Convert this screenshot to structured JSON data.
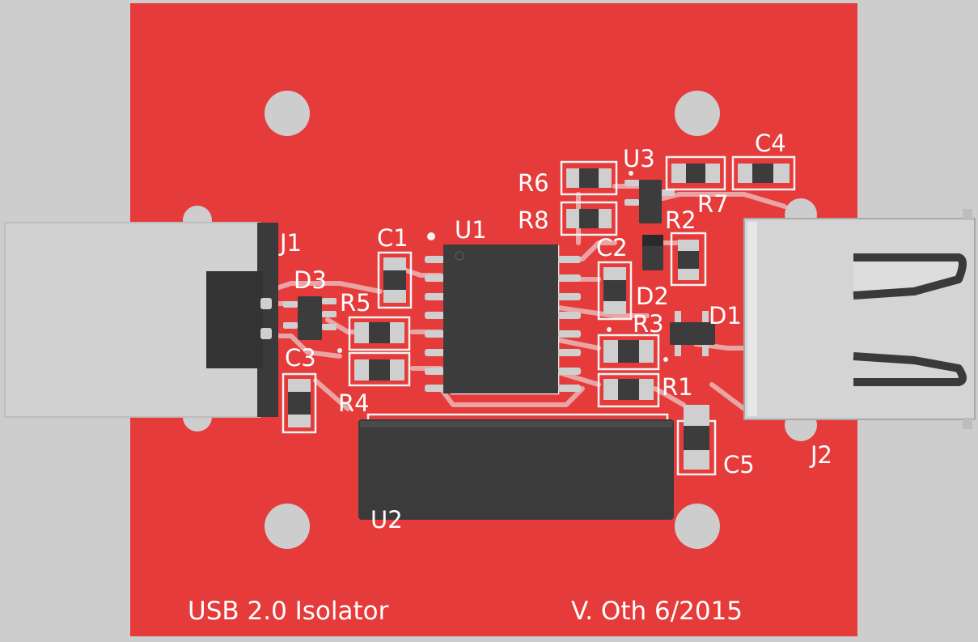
{
  "board": {
    "footer_left": "USB 2.0 Isolator",
    "footer_right": "V. Oth 6/2015"
  },
  "designators": {
    "J1": "J1",
    "J2": "J2",
    "U1": "U1",
    "U2": "U2",
    "U3": "U3",
    "D1": "D1",
    "D2": "D2",
    "D3": "D3",
    "C1": "C1",
    "C2": "C2",
    "C3": "C3",
    "C4": "C4",
    "C5": "C5",
    "R1": "R1",
    "R2": "R2",
    "R3": "R3",
    "R4": "R4",
    "R5": "R5",
    "R6": "R6",
    "R7": "R7",
    "R8": "R8"
  },
  "colors": {
    "pcb": "#e63b3b",
    "background": "#cdcdcd",
    "silkscreen": "#f2f2f2",
    "component_body": "#3c3c3c",
    "connector_metal": "#d2d2d2"
  }
}
